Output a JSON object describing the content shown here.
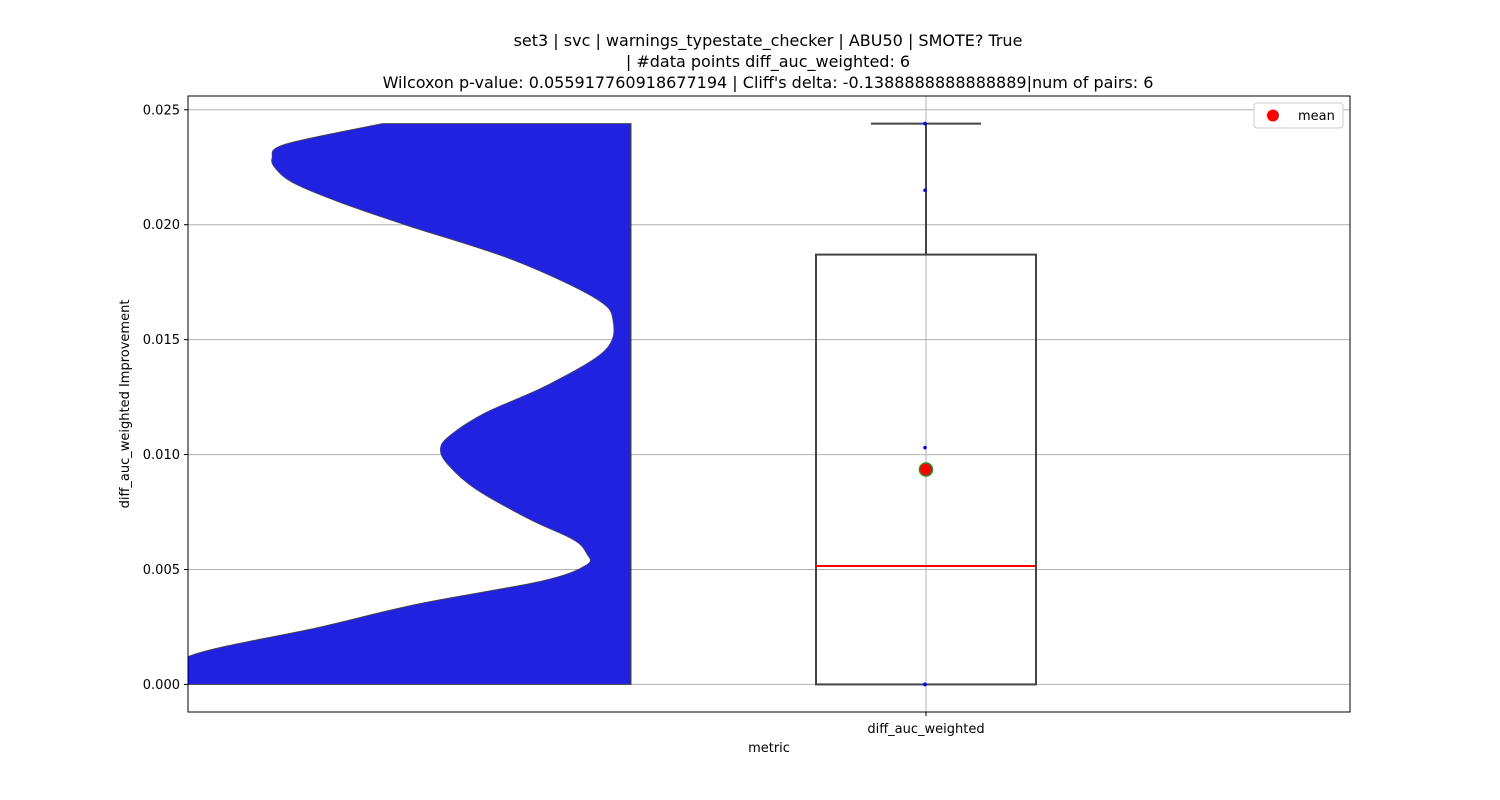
{
  "chart_data": {
    "type": "box",
    "title_lines": [
      "set3 | svc | warnings_typestate_checker | ABU50 | SMOTE? True",
      "| #data points diff_auc_weighted: 6",
      "Wilcoxon p-value: 0.055917760918677194 | Cliff's delta: -0.1388888888888889|num of pairs: 6"
    ],
    "xlabel": "metric",
    "ylabel": "diff_auc_weighted Improvement",
    "categories": [
      "diff_auc_weighted"
    ],
    "ylim": [
      -0.0012,
      0.0256
    ],
    "yticks": [
      0.0,
      0.005,
      0.01,
      0.015,
      0.02,
      0.025
    ],
    "ytick_labels": [
      "0.000",
      "0.005",
      "0.010",
      "0.015",
      "0.020",
      "0.025"
    ],
    "grid": true,
    "points": [
      0.0,
      0.0,
      0.0103,
      0.0215,
      0.0244,
      0.0
    ],
    "box": {
      "q1": 0.0,
      "median": 0.00515,
      "q3": 0.0187,
      "whisker_low": 0.0,
      "whisker_high": 0.0244,
      "mean": 0.00935
    },
    "violin": {
      "color": "#2121e0",
      "density_y": [
        0.0,
        0.0012,
        0.0025,
        0.0035,
        0.0045,
        0.0052,
        0.0057,
        0.0063,
        0.0072,
        0.0085,
        0.0095,
        0.0102,
        0.0108,
        0.0118,
        0.013,
        0.0145,
        0.0158,
        0.0168,
        0.0185,
        0.02,
        0.021,
        0.0218,
        0.0224,
        0.0229,
        0.0235,
        0.0244
      ],
      "density_w": [
        1.0,
        1.0,
        0.7,
        0.48,
        0.2,
        0.1,
        0.1,
        0.13,
        0.23,
        0.35,
        0.41,
        0.43,
        0.41,
        0.33,
        0.19,
        0.06,
        0.04,
        0.08,
        0.27,
        0.51,
        0.66,
        0.76,
        0.8,
        0.81,
        0.78,
        0.56
      ]
    },
    "legend": {
      "label": "mean",
      "placement": "top-right"
    },
    "colors": {
      "median": "#ff0000",
      "mean": "#ff0000",
      "mean_edge": "#2a8a2a",
      "points": "#0000ff",
      "box_edge": "#444444"
    }
  }
}
